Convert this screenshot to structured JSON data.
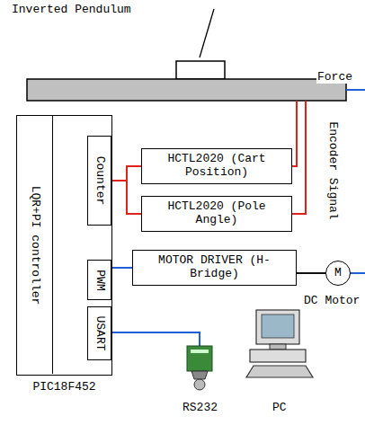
{
  "diagram": {
    "nodes": [
      {
        "text": [
          "PIC18F452"
        ]
      },
      {
        "text": [
          "LQR+PI controller"
        ],
        "in": 0
      },
      {
        "text": [
          "Counter"
        ],
        "in": 0
      },
      {
        "text": [
          "PWM"
        ],
        "in": 0
      },
      {
        "text": [
          "USART"
        ],
        "in": 0
      },
      {
        "text": [
          "HCTL2020 (Cart Position)"
        ]
      },
      {
        "text": [
          "HCTL2020 (Pole Angle)"
        ]
      },
      {
        "text": [
          "MOTOR DRIVER (H-Bridge)"
        ]
      },
      {
        "text": [
          "M"
        ]
      }
    ],
    "edges": [
      {
        "from": 2,
        "to": 5,
        "arrow": "none"
      },
      {
        "from": 2,
        "to": 6,
        "arrow": "none"
      },
      {
        "from": 1,
        "to": 3,
        "arrow": "none"
      },
      {
        "from": 3,
        "to": 7,
        "arrow": "none"
      },
      {
        "from": 7,
        "to": 8,
        "arrow": "none"
      }
    ],
    "labels": [
      "Inverted Pendulum",
      "Force",
      "Encoder Signal",
      "DC Motor",
      "RS232",
      "PC"
    ]
  }
}
